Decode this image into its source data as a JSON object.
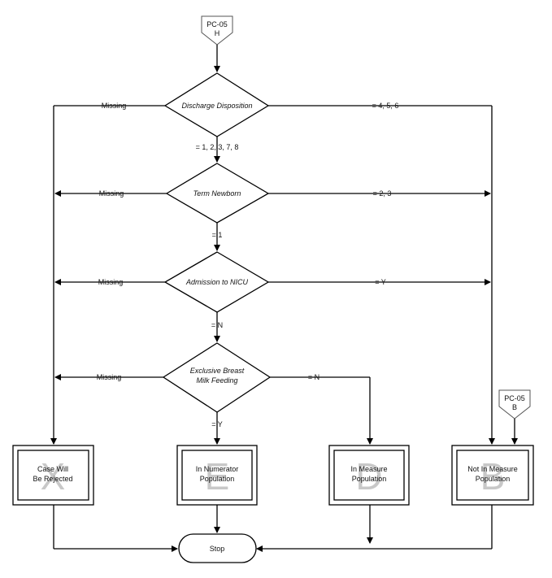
{
  "connectors": {
    "top": {
      "line1": "PC-05",
      "line2": "H"
    },
    "right": {
      "line1": "PC-05",
      "line2": "B"
    }
  },
  "decisions": {
    "discharge": {
      "label": "Discharge Disposition",
      "missing": "Missing",
      "right": "= 4, 5, 6",
      "down": "= 1, 2, 3, 7, 8"
    },
    "newborn": {
      "label": "Term Newborn",
      "missing": "Missing",
      "right": "= 2, 3",
      "down": "= 1"
    },
    "nicu": {
      "label": "Admission to NICU",
      "missing": "Missing",
      "right": "= Y",
      "down": "= N"
    },
    "breast": {
      "label1": "Exclusive Breast",
      "label2": "Milk Feeding",
      "missing": "Missing",
      "right": "= N",
      "down": "= Y"
    }
  },
  "outcomes": {
    "x": {
      "letter": "X",
      "line1": "Case Will",
      "line2": "Be Rejected"
    },
    "e": {
      "letter": "E",
      "line1": "In Numerator",
      "line2": "Population"
    },
    "d": {
      "letter": "D",
      "line1": "In Measure",
      "line2": "Population"
    },
    "b": {
      "letter": "B",
      "line1": "Not In Measure",
      "line2": "Population"
    }
  },
  "terminal": {
    "label": "Stop"
  }
}
